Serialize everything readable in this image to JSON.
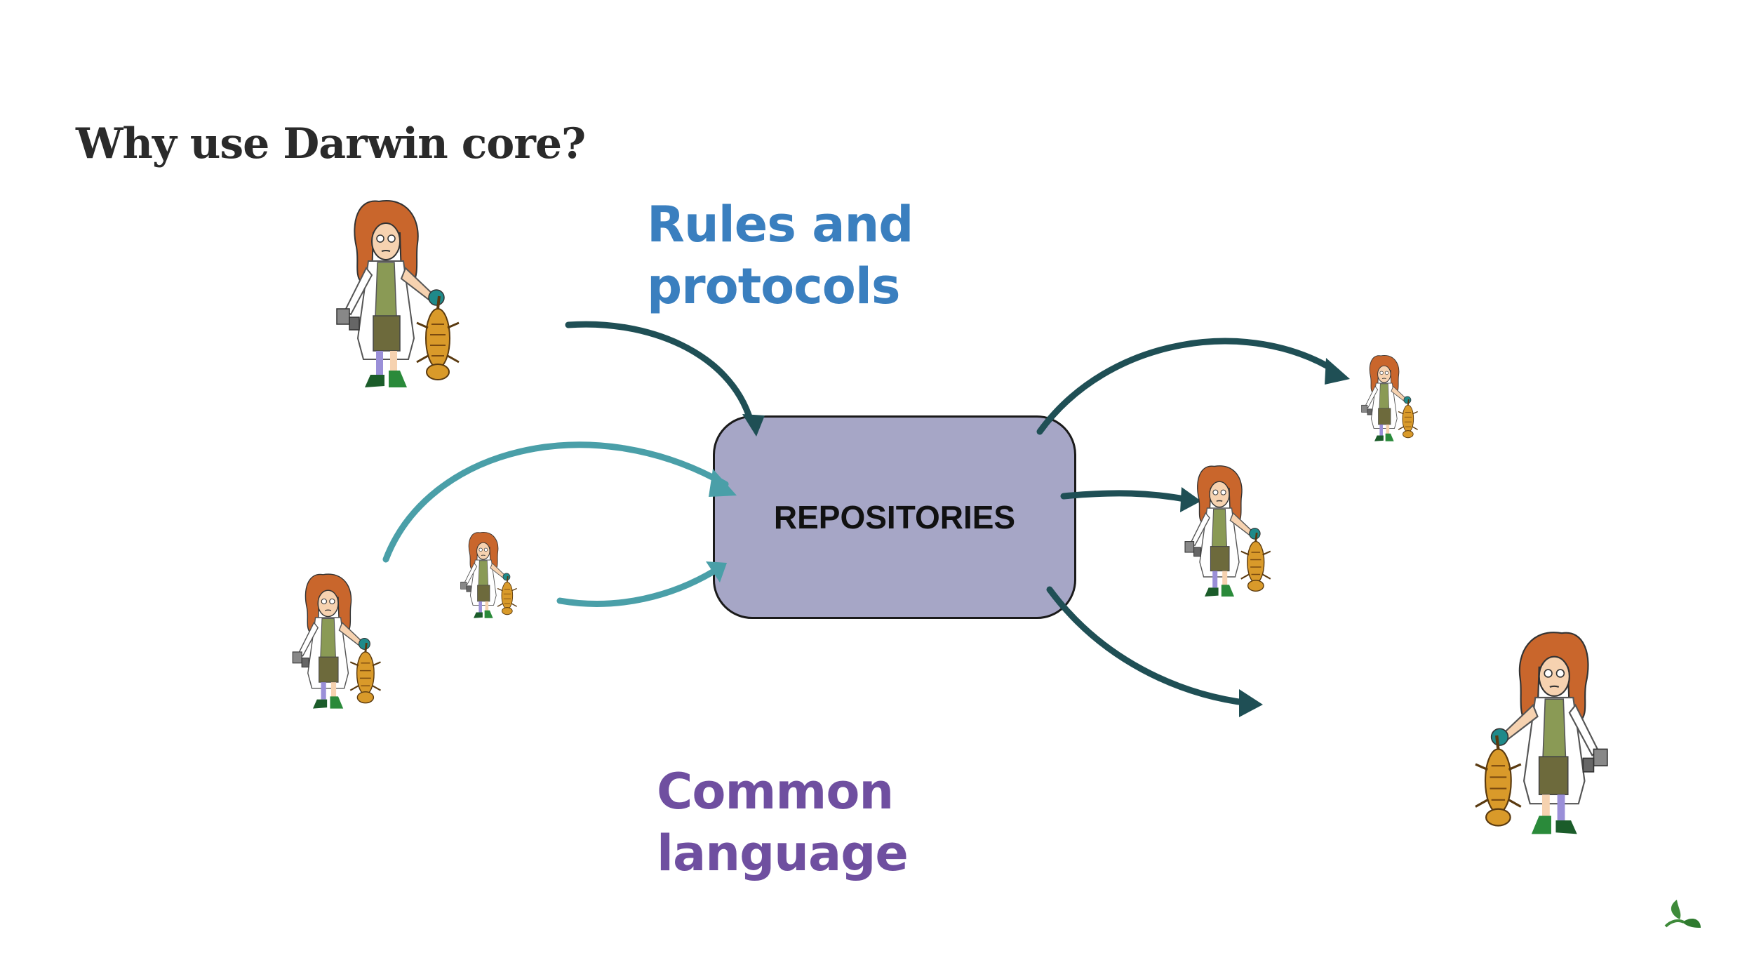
{
  "slide": {
    "title": "Why use Darwin core?",
    "rules_label": [
      "Rules and",
      "protocols"
    ],
    "common_label": [
      "Common",
      "language"
    ],
    "center_box": "REPOSITORIES"
  },
  "colors": {
    "background": "#ffffff",
    "title": "#2a2a2a",
    "rules_text": "#3a7fbf",
    "common_text": "#6f4fa0",
    "box_fill": "#a6a6c6",
    "dark_arrow": "#1f4f55",
    "teal_arrow": "#4a9fa8",
    "logo_green": "#3e8a3a"
  },
  "icons": {
    "scientist": "scientist-with-lizard-icon",
    "logo": "leaf-logo-icon"
  }
}
